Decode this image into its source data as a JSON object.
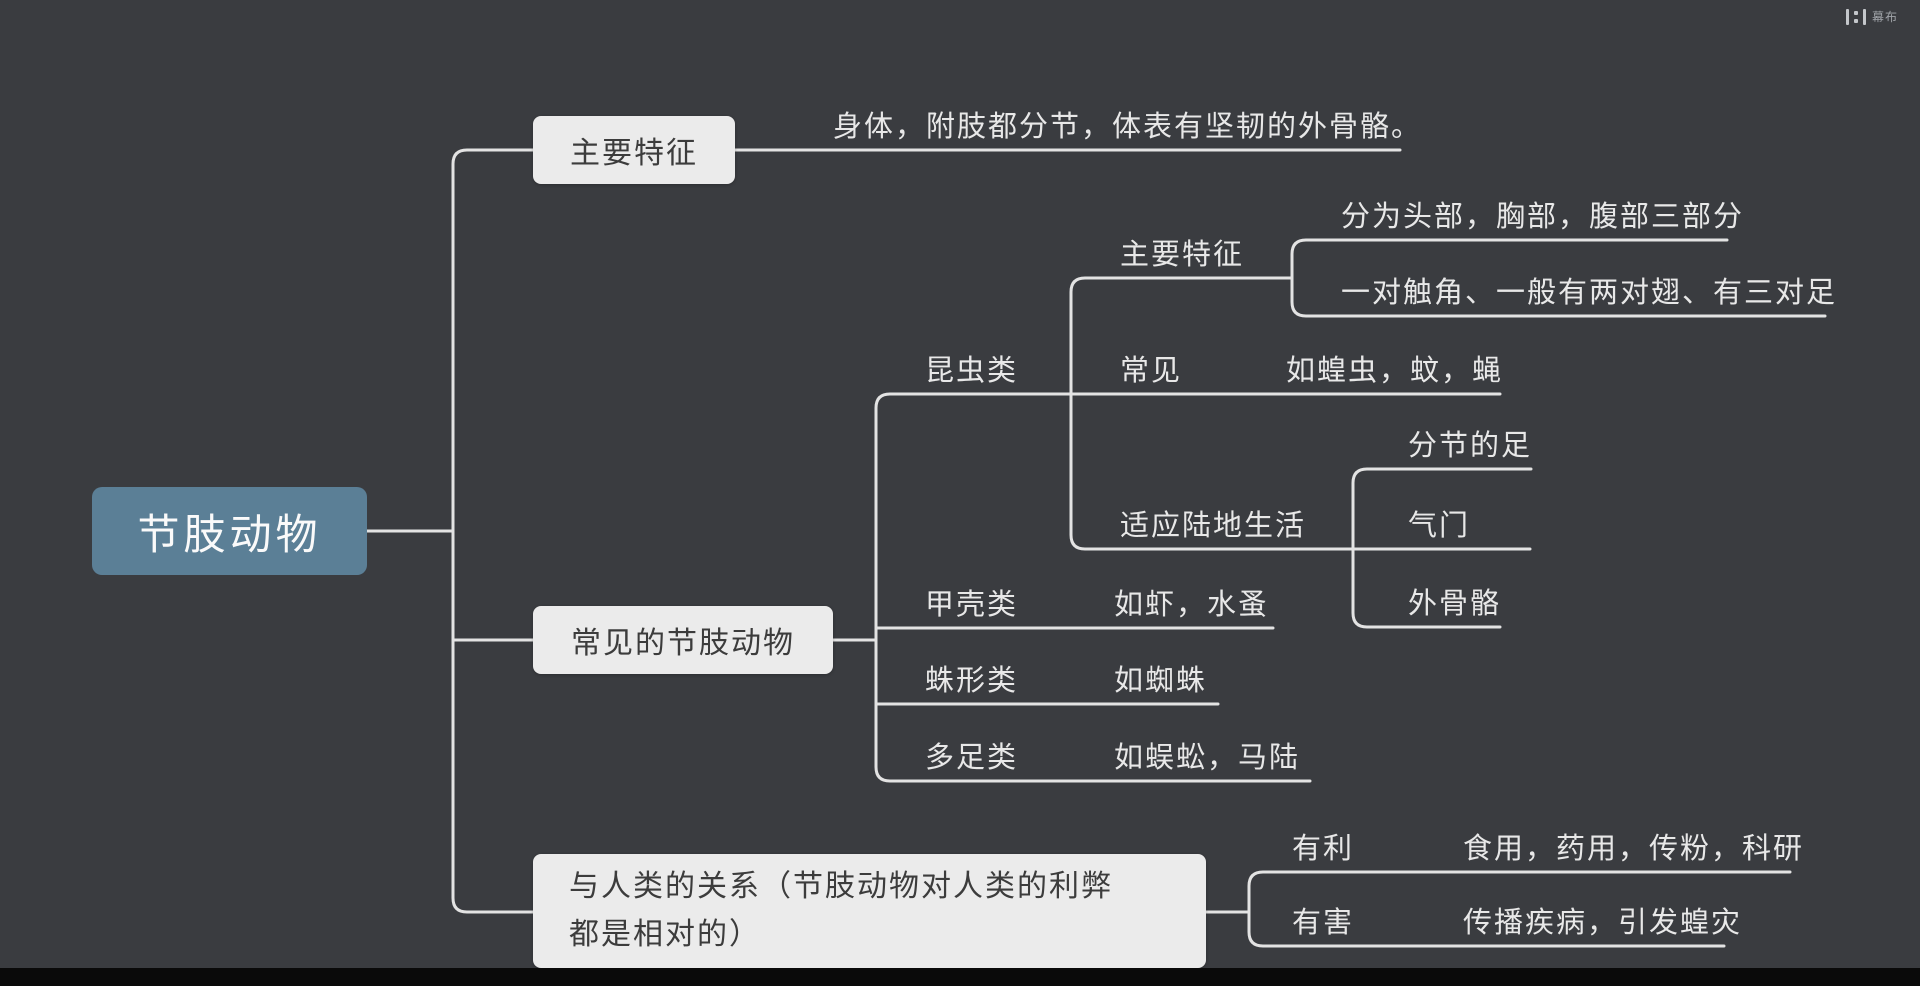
{
  "app": {
    "logo_text": "幕布"
  },
  "theme": {
    "bg": "#3a3c40",
    "root-fill": "#5b7f96",
    "node-fill": "#ebebeb",
    "node-text": "#3c3c3c",
    "leaf-text": "#e8e8e8",
    "line": "#e3e3e3",
    "letterbox": "#0a0a0a"
  },
  "root": {
    "label": "节肢动物"
  },
  "main_features": {
    "label": "主要特征",
    "detail": "身体，附肢都分节，体表有坚韧的外骨骼。"
  },
  "common_arthropods": {
    "label": "常见的节肢动物",
    "insects": {
      "label": "昆虫类",
      "features_label": "主要特征",
      "feature_1": "分为头部，胸部，腹部三部分",
      "feature_2": "一对触角、一般有两对翅、有三对足",
      "common_label": "常见",
      "common_examples": "如蝗虫，蚊，蝇",
      "land_label": "适应陆地生活",
      "land_1": "分节的足",
      "land_2": "气门",
      "land_3": "外骨骼"
    },
    "crustaceans": {
      "label": "甲壳类",
      "examples": "如虾，水蚤"
    },
    "arachnids": {
      "label": "蛛形类",
      "examples": "如蜘蛛"
    },
    "myriapods": {
      "label": "多足类",
      "examples": "如蜈蚣，马陆"
    }
  },
  "human_relation": {
    "label": "与人类的关系（节肢动物对人类的利弊都是相对的）",
    "benefit_label": "有利",
    "benefit_detail": "食用，药用，传粉，科研",
    "harm_label": "有害",
    "harm_detail": "传播疾病，引发蝗灾"
  }
}
